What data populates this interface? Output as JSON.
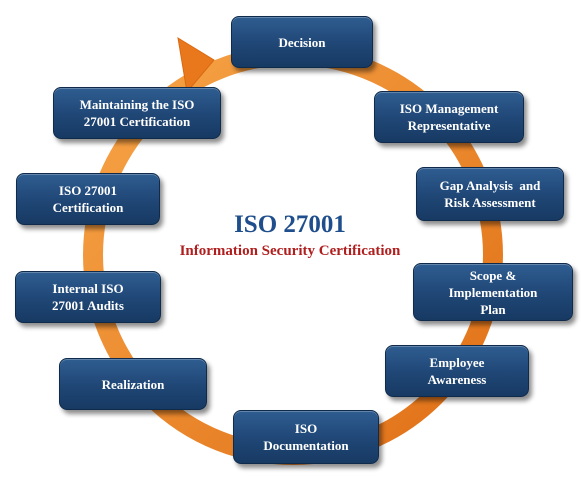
{
  "title": "ISO 27001",
  "subtitle": "Information Security Certification",
  "colors": {
    "ring": "#f08a24",
    "ring_dark": "#d96a12",
    "box": "#1f4675",
    "title": "#1f4e8c",
    "subtitle": "#b01e1e"
  },
  "steps": [
    {
      "line1": "Decision",
      "line2": "",
      "line3": ""
    },
    {
      "line1": "ISO Management",
      "line2": "Representative",
      "line3": ""
    },
    {
      "line1": "Gap Analysis  and",
      "line2": "Risk Assessment",
      "line3": ""
    },
    {
      "line1": "Scope &",
      "line2": "Implementation",
      "line3": "Plan"
    },
    {
      "line1": "Employee",
      "line2": "Awareness",
      "line3": ""
    },
    {
      "line1": "ISO",
      "line2": "Documentation",
      "line3": ""
    },
    {
      "line1": "Realization",
      "line2": "",
      "line3": ""
    },
    {
      "line1": "Internal ISO",
      "line2": "27001 Audits",
      "line3": ""
    },
    {
      "line1": "ISO 27001",
      "line2": "Certification",
      "line3": ""
    },
    {
      "line1": "Maintaining the ISO",
      "line2": "27001 Certification",
      "line3": ""
    }
  ]
}
